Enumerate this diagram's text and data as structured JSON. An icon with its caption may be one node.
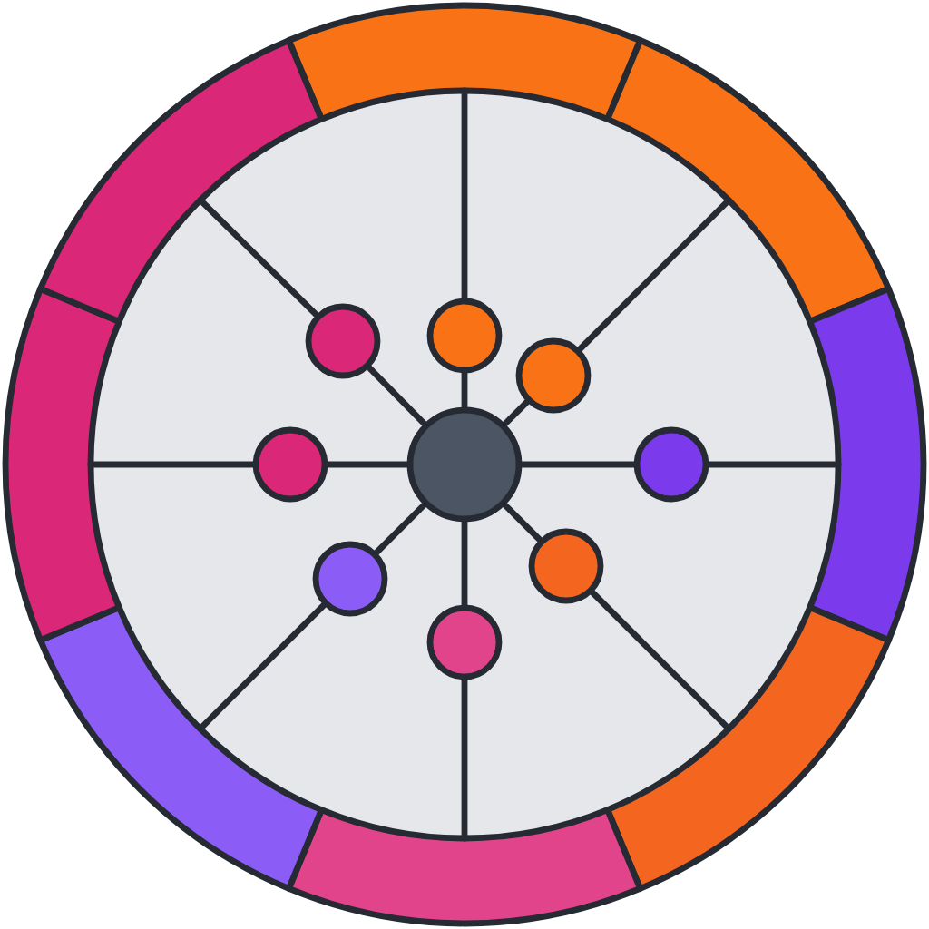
{
  "diagram": {
    "nodes": [
      {
        "text": [],
        "shape": "circle"
      },
      {
        "text": [],
        "shape": "circle"
      },
      {
        "text": [],
        "shape": "circle"
      },
      {
        "text": [],
        "shape": "circle"
      },
      {
        "text": [],
        "shape": "circle"
      },
      {
        "text": [],
        "shape": "circle"
      },
      {
        "text": [],
        "shape": "circle"
      },
      {
        "text": [],
        "shape": "circle"
      },
      {
        "text": [],
        "shape": "circle"
      },
      {
        "text": [],
        "shape": "arc"
      },
      {
        "text": [],
        "shape": "arc"
      },
      {
        "text": [],
        "shape": "arc"
      },
      {
        "text": [],
        "shape": "arc"
      },
      {
        "text": [],
        "shape": "arc"
      },
      {
        "text": [],
        "shape": "arc"
      },
      {
        "text": [],
        "shape": "arc"
      },
      {
        "text": [],
        "shape": "arc"
      }
    ],
    "edges": [
      {
        "from": 0,
        "to": 1,
        "arrow": "none"
      },
      {
        "from": 0,
        "to": 2,
        "arrow": "none"
      },
      {
        "from": 0,
        "to": 3,
        "arrow": "none"
      },
      {
        "from": 0,
        "to": 4,
        "arrow": "none"
      },
      {
        "from": 0,
        "to": 5,
        "arrow": "none"
      },
      {
        "from": 0,
        "to": 6,
        "arrow": "none"
      },
      {
        "from": 0,
        "to": 7,
        "arrow": "none"
      },
      {
        "from": 0,
        "to": 8,
        "arrow": "none"
      },
      {
        "from": 1,
        "to": 9,
        "arrow": "none"
      },
      {
        "from": 2,
        "to": 10,
        "arrow": "none"
      },
      {
        "from": 3,
        "to": 11,
        "arrow": "none"
      },
      {
        "from": 4,
        "to": 12,
        "arrow": "none"
      },
      {
        "from": 5,
        "to": 13,
        "arrow": "none"
      },
      {
        "from": 6,
        "to": 14,
        "arrow": "none"
      },
      {
        "from": 7,
        "to": 15,
        "arrow": "none"
      },
      {
        "from": 8,
        "to": 16,
        "arrow": "none"
      }
    ]
  }
}
